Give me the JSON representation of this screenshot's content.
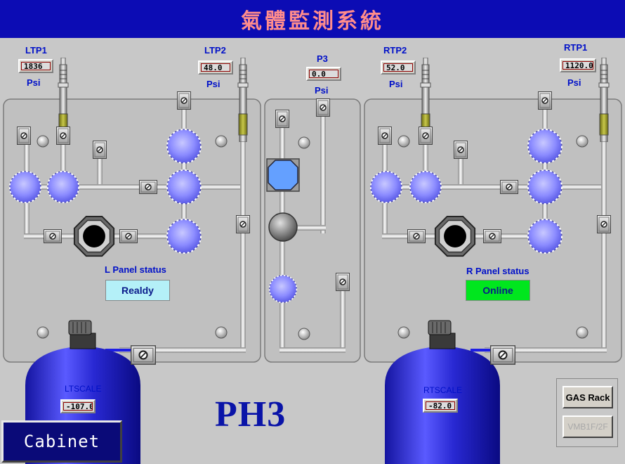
{
  "header": {
    "title": "氣體監測系統"
  },
  "gauges": {
    "ltp1": {
      "label": "LTP1",
      "value": "1836",
      "unit": "Psi"
    },
    "ltp2": {
      "label": "LTP2",
      "value": "48.0",
      "unit": "Psi"
    },
    "p3": {
      "label": "P3",
      "value": "0.0",
      "unit": "Psi"
    },
    "rtp2": {
      "label": "RTP2",
      "value": "52.0",
      "unit": "Psi"
    },
    "rtp1": {
      "label": "RTP1",
      "value": "1120.0",
      "unit": "Psi"
    }
  },
  "panels": {
    "left": {
      "label": "L Panel status",
      "status": "Realdy",
      "status_color": "#b4f0f8"
    },
    "right": {
      "label": "R Panel status",
      "status": "Online",
      "status_color": "#00e61e"
    }
  },
  "scales": {
    "left": {
      "label": "LTSCALE",
      "value": "-107.0"
    },
    "right": {
      "label": "RTSCALE",
      "value": "-82.0"
    }
  },
  "gas_name": "PH3",
  "buttons": {
    "cabinet": "Cabinet",
    "gas_rack": "GAS Rack",
    "vmb": "VMB1F/2F"
  },
  "colors": {
    "title_bar": "#0c0cb4",
    "title_text": "#ff8c8c",
    "panel_bg": "#c8c8c8",
    "valve_fill": "#8c8cff",
    "pipe": "#e6e6e6",
    "cylinder": "#3232dc"
  }
}
